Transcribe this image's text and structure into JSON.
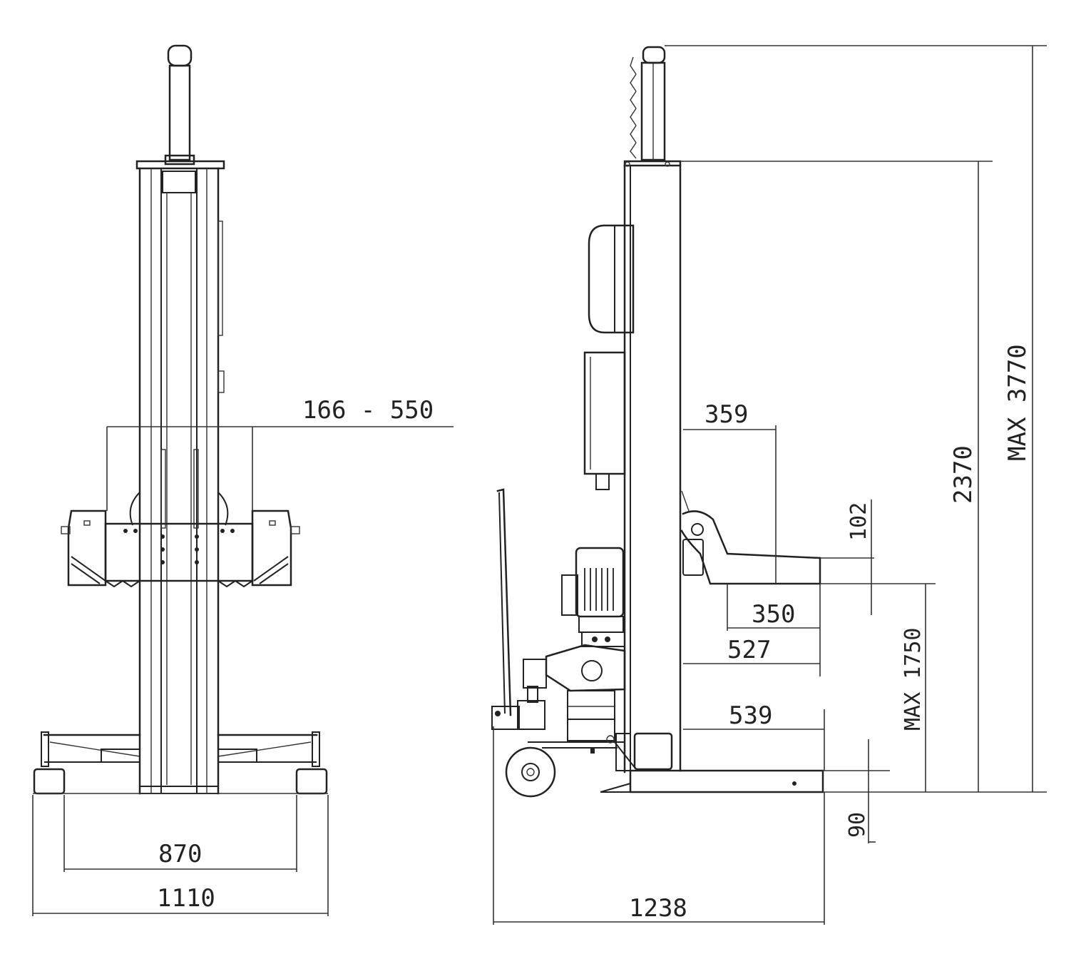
{
  "dimensions": {
    "arm_range": "166 - 550",
    "front_inner_width": "870",
    "front_outer_width": "1110",
    "side_359": "359",
    "side_102": "102",
    "side_350": "350",
    "side_527": "527",
    "side_539": "539",
    "side_90": "90",
    "side_overall_length": "1238",
    "max_lift_height": "MAX 1750",
    "column_height": "2370",
    "max_total_height": "MAX 3770"
  }
}
